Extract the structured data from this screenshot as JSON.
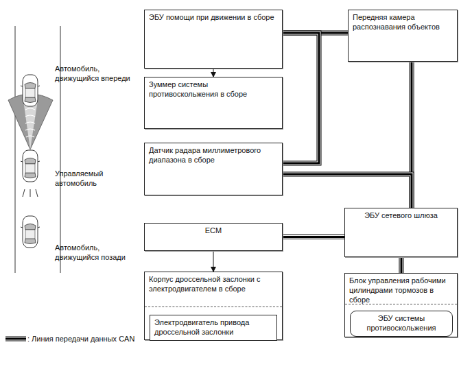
{
  "diagram": {
    "nodes": [
      {
        "text": [
          "ЭБУ помощи при движении в сборе"
        ]
      },
      {
        "text": [
          "Передняя камера распознавания объектов"
        ]
      },
      {
        "text": [
          "Зуммер системы противоскольжения в сборе"
        ]
      },
      {
        "text": [
          "Датчик радара миллиметрового диапазона в сборе"
        ]
      },
      {
        "text": [
          "ЭБУ сетевого шлюза"
        ]
      },
      {
        "text": [
          "ECM"
        ]
      },
      {
        "text": [
          "Корпус дроссельной заслонки с электродвигателем в сборе"
        ]
      },
      {
        "text": [
          "Электродвигатель привода дроссельной заслонки"
        ],
        "in": 6
      },
      {
        "text": [
          "Блок управления рабочими цилиндрами тормозов в сборе"
        ]
      },
      {
        "text": [
          "ЭБУ системы противоскольжения"
        ],
        "in": 8
      }
    ],
    "edges": [
      {
        "from": 0,
        "to": 2,
        "arrow": "to"
      },
      {
        "from": 0,
        "to": 1,
        "arrow": "none"
      },
      {
        "from": 0,
        "to": 3,
        "arrow": "none"
      },
      {
        "from": 1,
        "to": 4,
        "arrow": "none"
      },
      {
        "from": 3,
        "to": 4,
        "arrow": "none"
      },
      {
        "from": 4,
        "to": 5,
        "arrow": "none"
      },
      {
        "from": 4,
        "to": 8,
        "arrow": "none"
      },
      {
        "from": 5,
        "to": 6,
        "arrow": "to"
      }
    ],
    "labels": [
      "Автомобиль, движущийся впереди",
      "Управляемый автомобиль",
      "Автомобиль, движущийся позади"
    ],
    "legend": [
      {
        "text": ": Линия передачи данных CAN"
      }
    ]
  }
}
